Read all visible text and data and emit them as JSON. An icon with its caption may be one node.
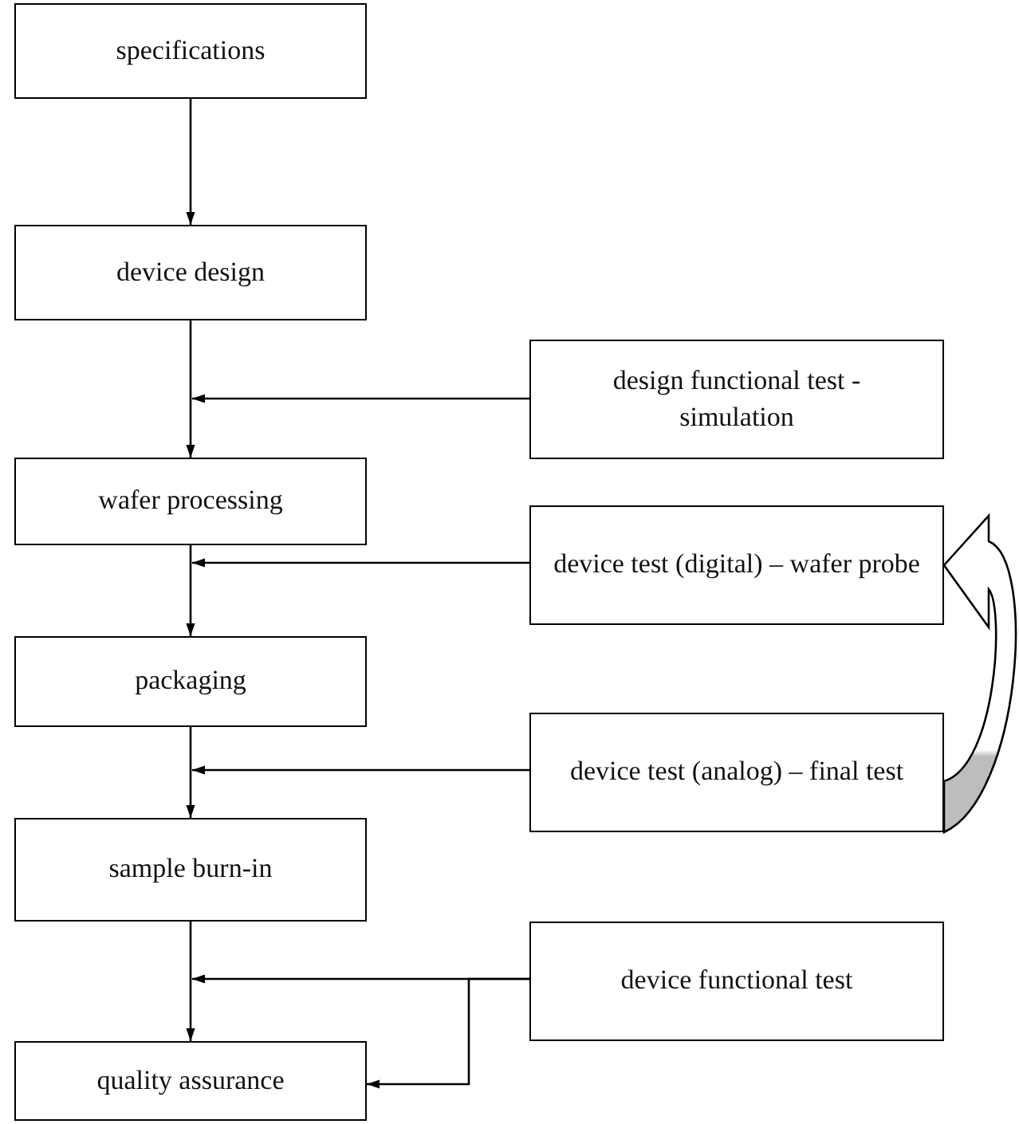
{
  "diagram": {
    "nodes": [
      {
        "text": [
          "specifications"
        ]
      },
      {
        "text": [
          "device design"
        ]
      },
      {
        "text": [
          "wafer processing"
        ]
      },
      {
        "text": [
          "packaging"
        ]
      },
      {
        "text": [
          "sample burn-in"
        ]
      },
      {
        "text": [
          "quality assurance"
        ]
      },
      {
        "text": [
          "design functional test - simulation"
        ]
      },
      {
        "text": [
          "device test (digital) – wafer probe"
        ]
      },
      {
        "text": [
          "device test (analog) – final test"
        ]
      },
      {
        "text": [
          "device functional test"
        ]
      }
    ],
    "edges": [
      {
        "from": 0,
        "to": 1,
        "arrow": "to"
      },
      {
        "from": 1,
        "to": 2,
        "arrow": "to"
      },
      {
        "from": 6,
        "to": 2,
        "arrow": "to"
      },
      {
        "from": 2,
        "to": 3,
        "arrow": "to"
      },
      {
        "from": 7,
        "to": 3,
        "arrow": "to"
      },
      {
        "from": 3,
        "to": 4,
        "arrow": "to"
      },
      {
        "from": 8,
        "to": 4,
        "arrow": "to"
      },
      {
        "from": 4,
        "to": 5,
        "arrow": "to"
      },
      {
        "from": 9,
        "to": 5,
        "arrow": "to"
      },
      {
        "from": 9,
        "to": 5,
        "arrow": "to"
      },
      {
        "from": 8,
        "to": 7,
        "arrow": "to",
        "style": "thick"
      }
    ]
  }
}
